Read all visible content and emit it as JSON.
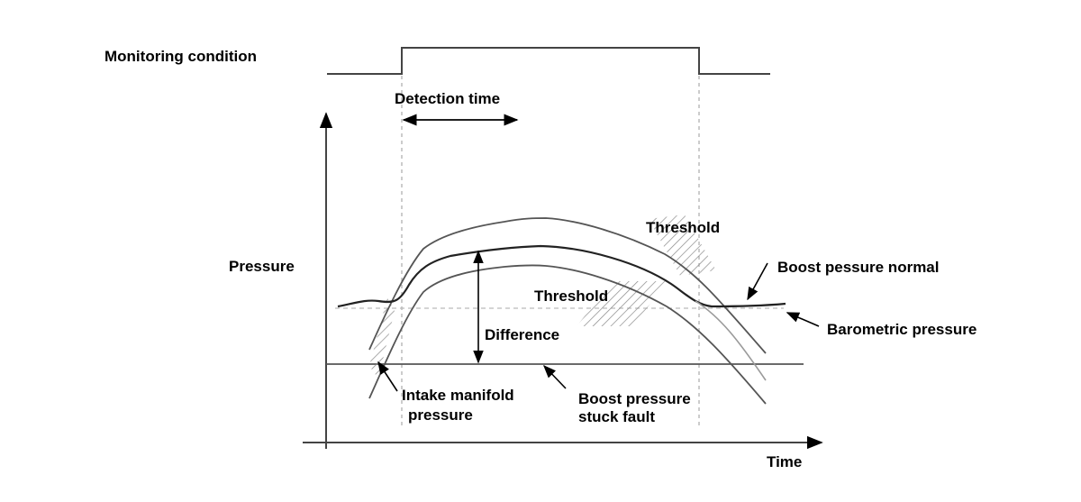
{
  "labels": {
    "monitoring_condition": "Monitoring condition",
    "detection_time": "Detection time",
    "pressure_axis": "Pressure",
    "time_axis": "Time",
    "threshold_upper": "Threshold",
    "threshold_lower": "Threshold",
    "boost_pressure_normal": "Boost pessure normal",
    "barometric_pressure": "Barometric pressure",
    "difference": "Difference",
    "intake_manifold_line1": "Intake manifold",
    "intake_manifold_line2": "pressure",
    "stuck_fault_line1": "Boost pressure",
    "stuck_fault_line2": "stuck fault"
  }
}
